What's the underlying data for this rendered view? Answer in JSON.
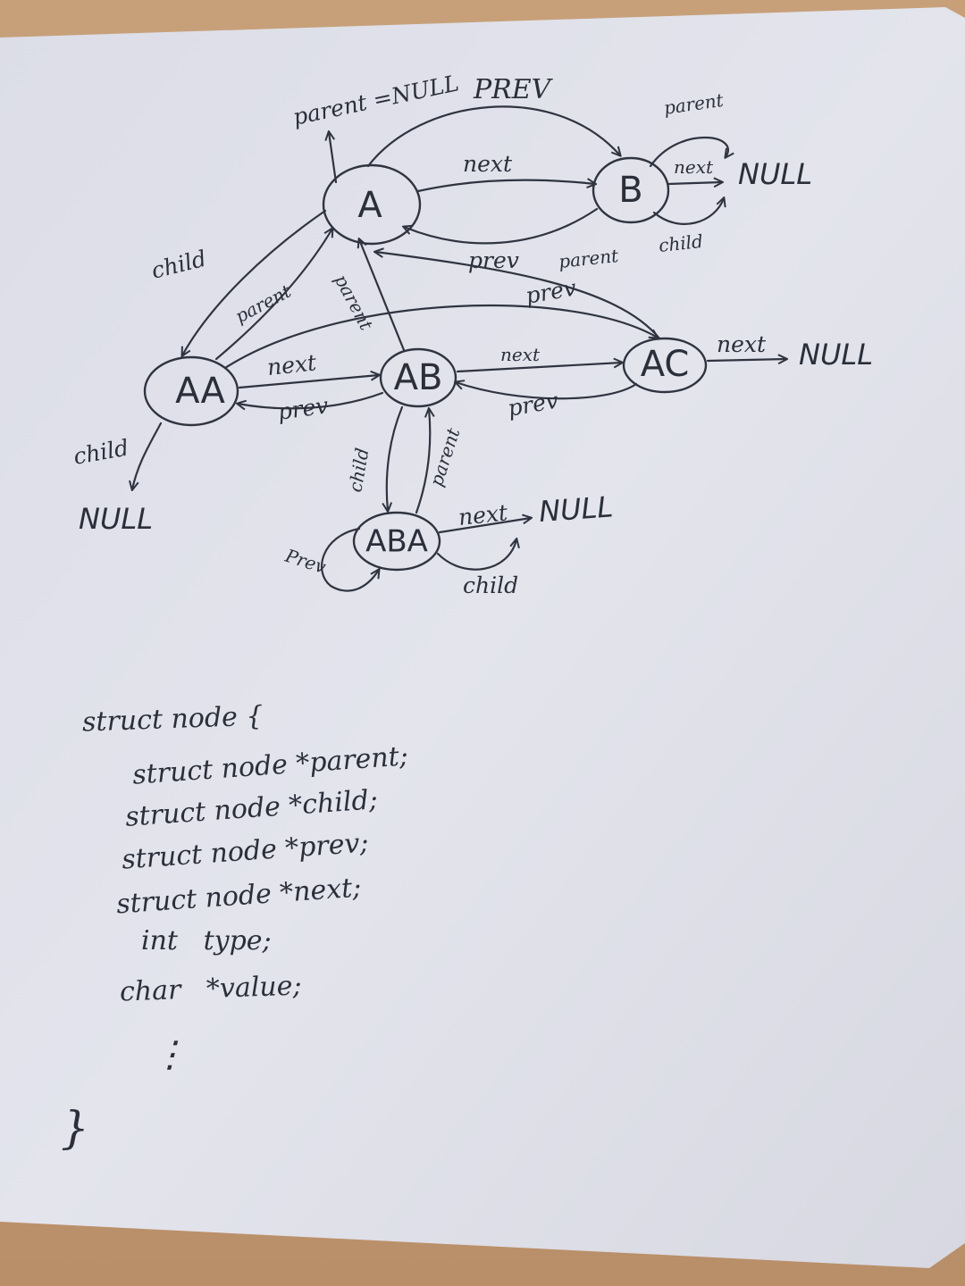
{
  "nodes": {
    "a": "A",
    "b": "B",
    "aa": "AA",
    "ab": "AB",
    "ac": "AC",
    "aba": "ABA"
  },
  "edge_labels": {
    "a_parent_null": "parent =NULL",
    "a_b_prev_top": "PREV",
    "a_b_next": "next",
    "b_a_prev": "prev",
    "b_parent": "parent",
    "b_next": "next",
    "b_child": "child",
    "a_child": "child",
    "aa_parent": "parent",
    "ab_parent": "parent",
    "ac_parent": "parent",
    "aa_ac_prev": "prev",
    "aa_ab_next": "next",
    "ab_aa_prev": "prev",
    "ab_ac_next": "next",
    "ac_ab_prev": "prev",
    "ac_next": "next",
    "aa_child": "child",
    "ab_child": "child",
    "aba_parent": "parent",
    "aba_next": "next",
    "aba_child": "child",
    "aba_prev": "Prev"
  },
  "null_labels": {
    "b_null": "NULL",
    "ac_null": "NULL",
    "aa_null": "NULL",
    "aba_null": "NULL"
  },
  "code": {
    "open": "struct node {",
    "field_parent": "struct node *parent;",
    "field_child": "struct node *child;",
    "field_prev": "struct node *prev;",
    "field_next": "struct node *next;",
    "field_type": "int   type;",
    "field_value": "char   *value;",
    "ellipsis": "⋮",
    "close": "}"
  }
}
